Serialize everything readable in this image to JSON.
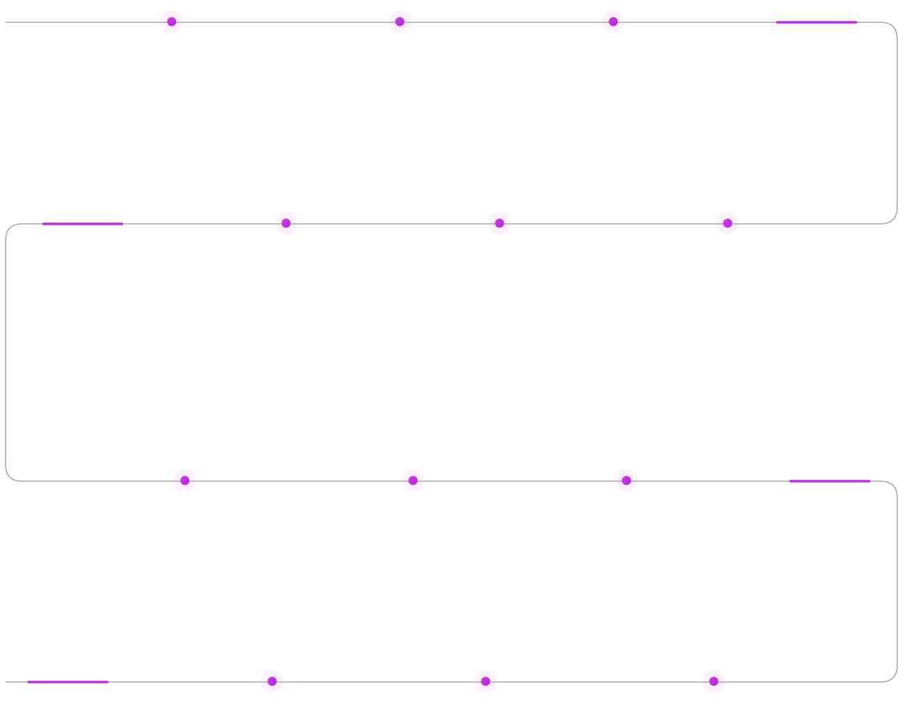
{
  "timeline": {
    "accent_color": "#c02fde",
    "halo_color": "#e070f0",
    "track_color": "#a9a9a9",
    "rows": [
      {
        "direction": "left-to-right",
        "milestones": 3,
        "progress_segment": "end"
      },
      {
        "direction": "right-to-left",
        "milestones": 3,
        "progress_segment": "end"
      },
      {
        "direction": "left-to-right",
        "milestones": 3,
        "progress_segment": "end"
      },
      {
        "direction": "right-to-left",
        "milestones": 3,
        "progress_segment": "end"
      }
    ]
  }
}
